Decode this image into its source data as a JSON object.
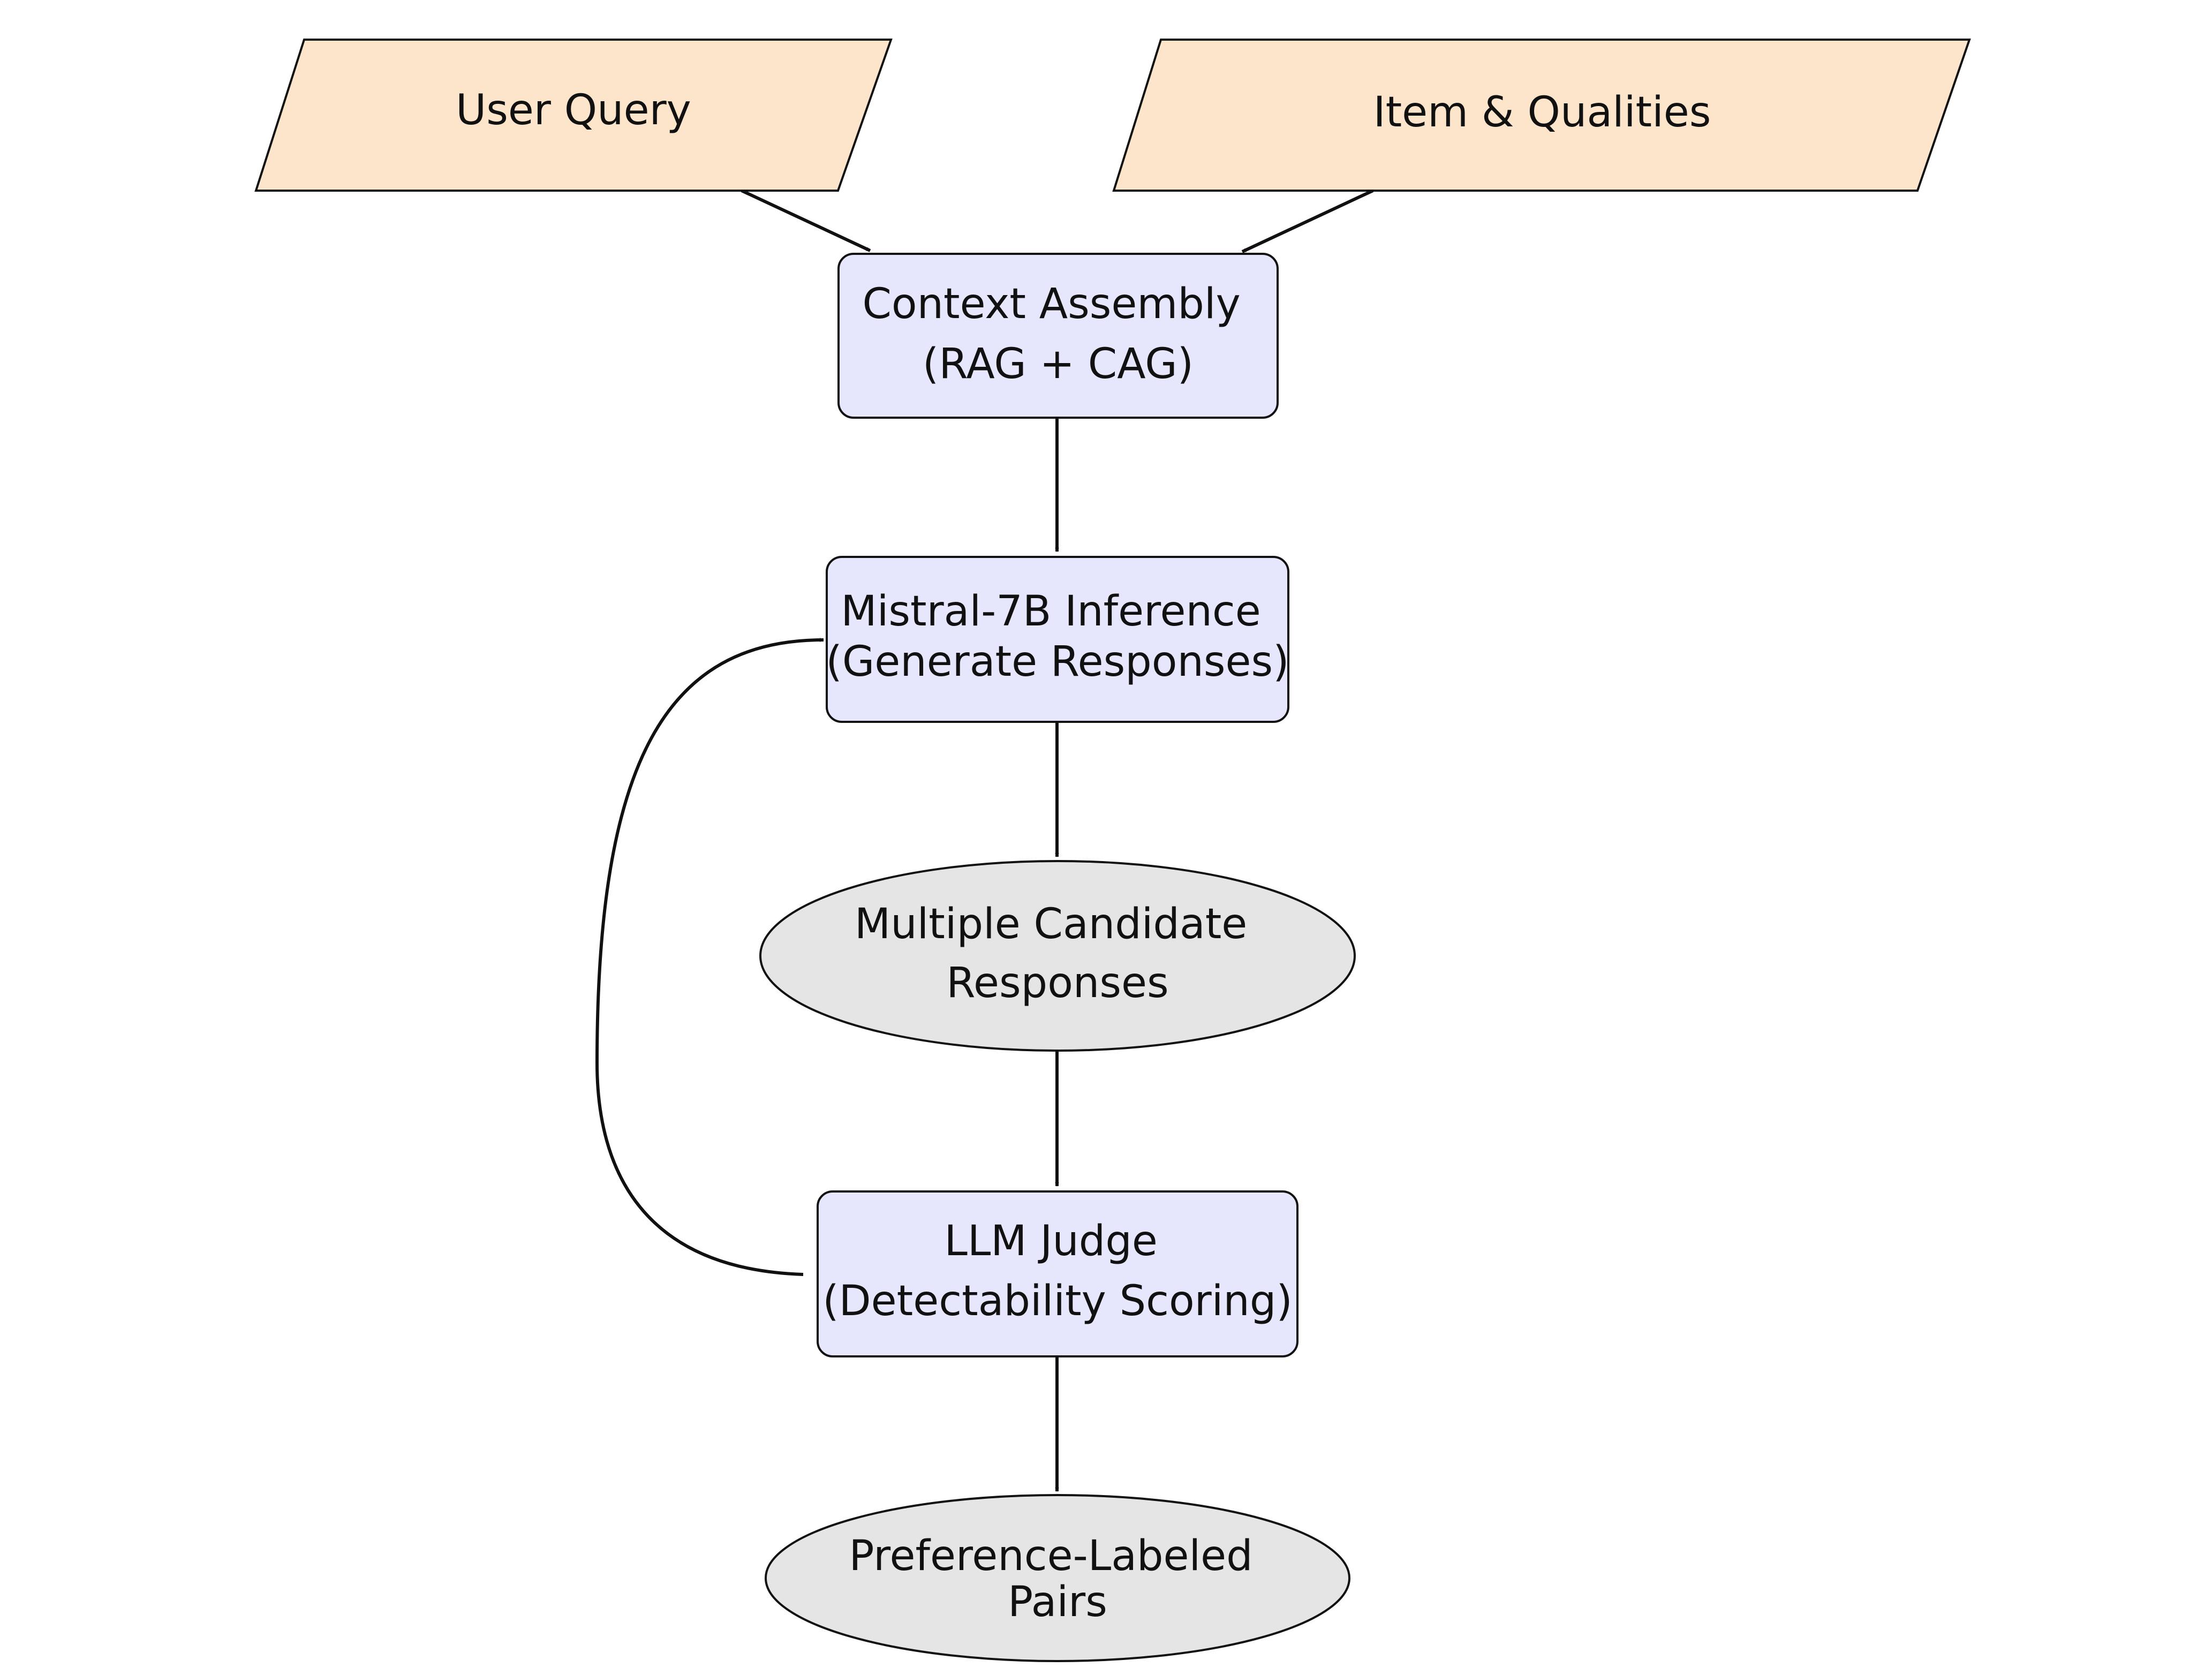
{
  "colors": {
    "input_fill": "#fde5cc",
    "process_fill": "#e6e6fc",
    "output_fill": "#e5e5e5",
    "stroke": "#111111",
    "text": "#111111"
  },
  "nodes": {
    "user_query": {
      "shape": "parallelogram",
      "lines": [
        "User Query"
      ]
    },
    "item_qualities": {
      "shape": "parallelogram",
      "lines": [
        "Item & Qualities"
      ]
    },
    "context_assembly": {
      "shape": "rounded-rect",
      "lines": [
        "Context Assembly",
        "(RAG + CAG)"
      ]
    },
    "mistral_inference": {
      "shape": "rounded-rect",
      "lines": [
        "Mistral-7B Inference",
        "(Generate Responses)"
      ]
    },
    "candidates": {
      "shape": "ellipse",
      "lines": [
        "Multiple Candidate",
        "Responses"
      ]
    },
    "llm_judge": {
      "shape": "rounded-rect",
      "lines": [
        "LLM Judge",
        "(Detectability Scoring)"
      ]
    },
    "preference_pairs": {
      "shape": "ellipse",
      "lines": [
        "Preference-Labeled",
        "Pairs"
      ]
    }
  },
  "edges": [
    {
      "from": "user_query",
      "to": "context_assembly"
    },
    {
      "from": "item_qualities",
      "to": "context_assembly"
    },
    {
      "from": "context_assembly",
      "to": "mistral_inference"
    },
    {
      "from": "mistral_inference",
      "to": "candidates"
    },
    {
      "from": "candidates",
      "to": "llm_judge"
    },
    {
      "from": "llm_judge",
      "to": "mistral_inference",
      "kind": "feedback-loop"
    },
    {
      "from": "llm_judge",
      "to": "preference_pairs"
    }
  ]
}
